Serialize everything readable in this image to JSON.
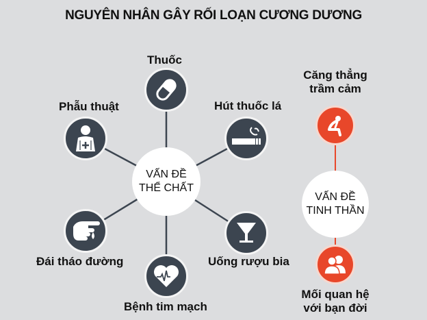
{
  "title": "NGUYÊN NHÂN GÂY RỐI LOẠN CƯƠNG DƯƠNG",
  "physical": {
    "hub_line1": "VẤN ĐỀ",
    "hub_line2": "THỂ CHẤT",
    "causes": [
      {
        "label": "Thuốc",
        "icon": "pill-icon"
      },
      {
        "label": "Hút thuốc lá",
        "icon": "cigarette-icon"
      },
      {
        "label": "Uống rượu bia",
        "icon": "cocktail-glass-icon"
      },
      {
        "label": "Bệnh tim mạch",
        "icon": "heart-pulse-icon"
      },
      {
        "label": "Đái tháo đường",
        "icon": "finger-blood-drop-icon"
      },
      {
        "label": "Phẫu thuật",
        "icon": "surgeon-icon"
      }
    ]
  },
  "mental": {
    "hub_line1": "VẤN ĐỀ",
    "hub_line2": "TINH THẦN",
    "causes": [
      {
        "label_line1": "Căng thẳng",
        "label_line2": "trầm cảm",
        "icon": "depressed-person-icon"
      },
      {
        "label_line1": "Mối quan hệ",
        "label_line2": "với bạn đời",
        "icon": "couple-icon"
      }
    ]
  },
  "colors": {
    "background": "#dcdddf",
    "dark_node": "#3c4550",
    "orange_node": "#e8472a",
    "hub": "#ffffff"
  }
}
